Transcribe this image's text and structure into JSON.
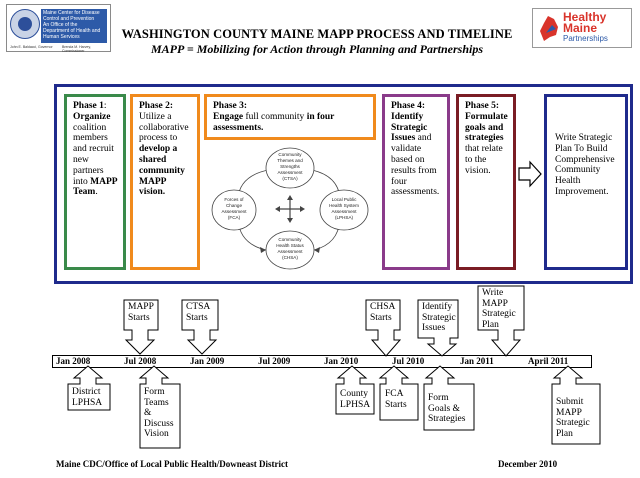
{
  "header": {
    "title": "WASHINGTON COUNTY MAINE MAPP PROCESS AND TIMELINE",
    "subtitle": "MAPP = Mobilizing for Action through Planning and Partnerships",
    "left_logo": {
      "line1": "Maine Center for Disease",
      "line2": "Control and Prevention",
      "line3": "An Office of the",
      "line4": "Department of Health and Human Services",
      "governor": "John E. Baldacci, Governor",
      "commissioner": "Brenda M. Harvey, Commissioner"
    },
    "right_logo": {
      "line1": "Healthy",
      "line2": "Maine",
      "line3": "Partnerships"
    }
  },
  "phases": {
    "p1": {
      "label": "Phase 1",
      "colon": ":",
      "bold": "Organize",
      "rest": "coalition members and recruit new partners into",
      "bold2": "MAPP Team",
      "end": "."
    },
    "p2": {
      "label": "Phase 2:",
      "text1": "Utilize a collaborative process to",
      "bold": "develop a shared community MAPP vision."
    },
    "p3": {
      "label": "Phase 3:",
      "bold1": "Engage",
      "text1": "full community",
      "bold2": "in four assessments."
    },
    "p4": {
      "label": "Phase 4:",
      "bold": "Identify Strategic Issues",
      "text": "and validate based on results from four assessments."
    },
    "p5": {
      "label": "Phase 5:",
      "bold": "Formulate goals and strategies",
      "text": "that relate to the vision."
    },
    "p6": {
      "text": "Write Strategic Plan To Build Comprehensive Community Health Improvement."
    }
  },
  "cycle": {
    "ctsa": [
      "Community",
      "Themes and",
      "Strengths",
      "Assessment",
      "(CTSA)"
    ],
    "fca": [
      "Forces of",
      "Change",
      "Assessment",
      "(FCA)"
    ],
    "lphsa": [
      "Local Public",
      "Health System",
      "Assessment",
      "(LPHSA)"
    ],
    "chsa": [
      "Community",
      "Health Status",
      "Assessment",
      "(CHSA)"
    ]
  },
  "timeline": {
    "ticks": [
      "Jan 2008",
      "Jul 2008",
      "Jan 2009",
      "Jul 2009",
      "Jan 2010",
      "Jul 2010",
      "Jan 2011",
      "April 2011"
    ]
  },
  "callouts_above": {
    "mapp_starts": [
      "MAPP",
      "Starts"
    ],
    "ctsa_starts": [
      "CTSA",
      "Starts"
    ],
    "chsa_starts": [
      "CHSA",
      "Starts"
    ],
    "identify": [
      "Identify",
      "Strategic",
      "Issues"
    ],
    "write_plan": [
      "Write",
      "MAPP",
      "Strategic",
      "Plan"
    ]
  },
  "callouts_below": {
    "district_lphsa": [
      "District",
      "LPHSA"
    ],
    "form_teams": [
      "Form",
      "Teams",
      "&",
      "Discuss",
      "Vision"
    ],
    "county_lphsa": [
      "County",
      "LPHSA"
    ],
    "fca_starts": [
      "FCA",
      "Starts"
    ],
    "form_goals": [
      "Form",
      "Goals &",
      "Strategies"
    ],
    "submit_plan": [
      "Submit",
      "MAPP",
      "Strategic",
      "Plan"
    ]
  },
  "footer": {
    "left": "Maine CDC/Office of Local Public Health/Downeast District",
    "right": "December 2010"
  },
  "colors": {
    "frame_blue": "#1f2a8c",
    "phase1_green": "#3a8a4a",
    "phase23_orange": "#f08a1c",
    "phase4_purple": "#8a3b8a",
    "phase5_maroon": "#7a1c24"
  }
}
